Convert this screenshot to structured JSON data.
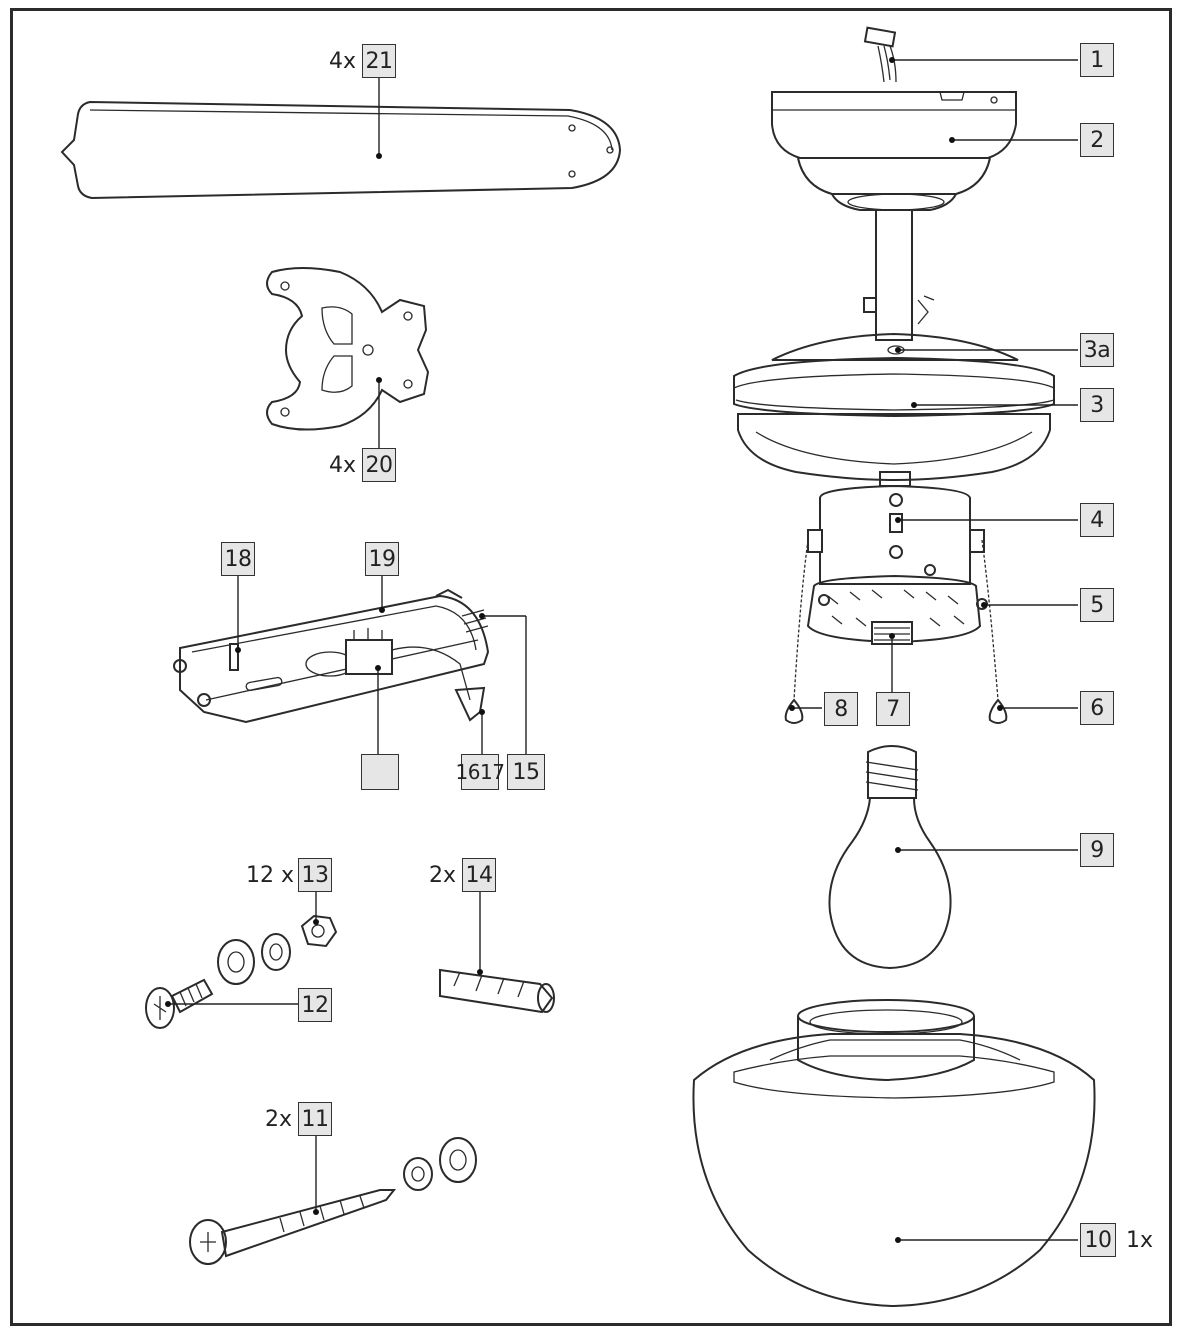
{
  "labels": {
    "l1": "1",
    "l2": "2",
    "l3a": "3a",
    "l3": "3",
    "l4": "4",
    "l5": "5",
    "l6": "6",
    "l7": "7",
    "l8": "8",
    "l9": "9",
    "l10": "10",
    "l11": "11",
    "l12": "12",
    "l13": "13",
    "l14": "14",
    "l15": "15",
    "l1617": "1617",
    "l18": "18",
    "l19": "19",
    "l20": "20",
    "l21": "21",
    "lblank": ""
  },
  "quantities": {
    "q21": "4x",
    "q20": "4x",
    "q13": "12 x",
    "q14": "2x",
    "q11": "2x",
    "q10": "1x"
  },
  "colors": {
    "line": "#2b2b2b",
    "label_fill": "#e6e6e6"
  }
}
